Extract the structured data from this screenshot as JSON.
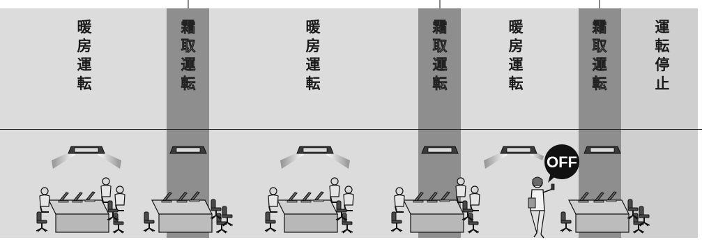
{
  "panels": [
    {
      "label": "暖房運転",
      "kind": "heating"
    },
    {
      "label": "霜取運転",
      "kind": "defrost"
    },
    {
      "label": "暖房運転",
      "kind": "heating"
    },
    {
      "label": "霜取運転",
      "kind": "defrost"
    },
    {
      "label": "暖房運転",
      "kind": "heating"
    },
    {
      "label": "霜取運転",
      "kind": "defrost"
    },
    {
      "label": "運転停止",
      "kind": "stop"
    }
  ],
  "off_bubble": {
    "text": "OFF"
  },
  "colors": {
    "heating": "#dcdcdc",
    "defrost": "#8e8e8e",
    "stop": "#cfcfcf",
    "off_bubble": "#111111"
  }
}
